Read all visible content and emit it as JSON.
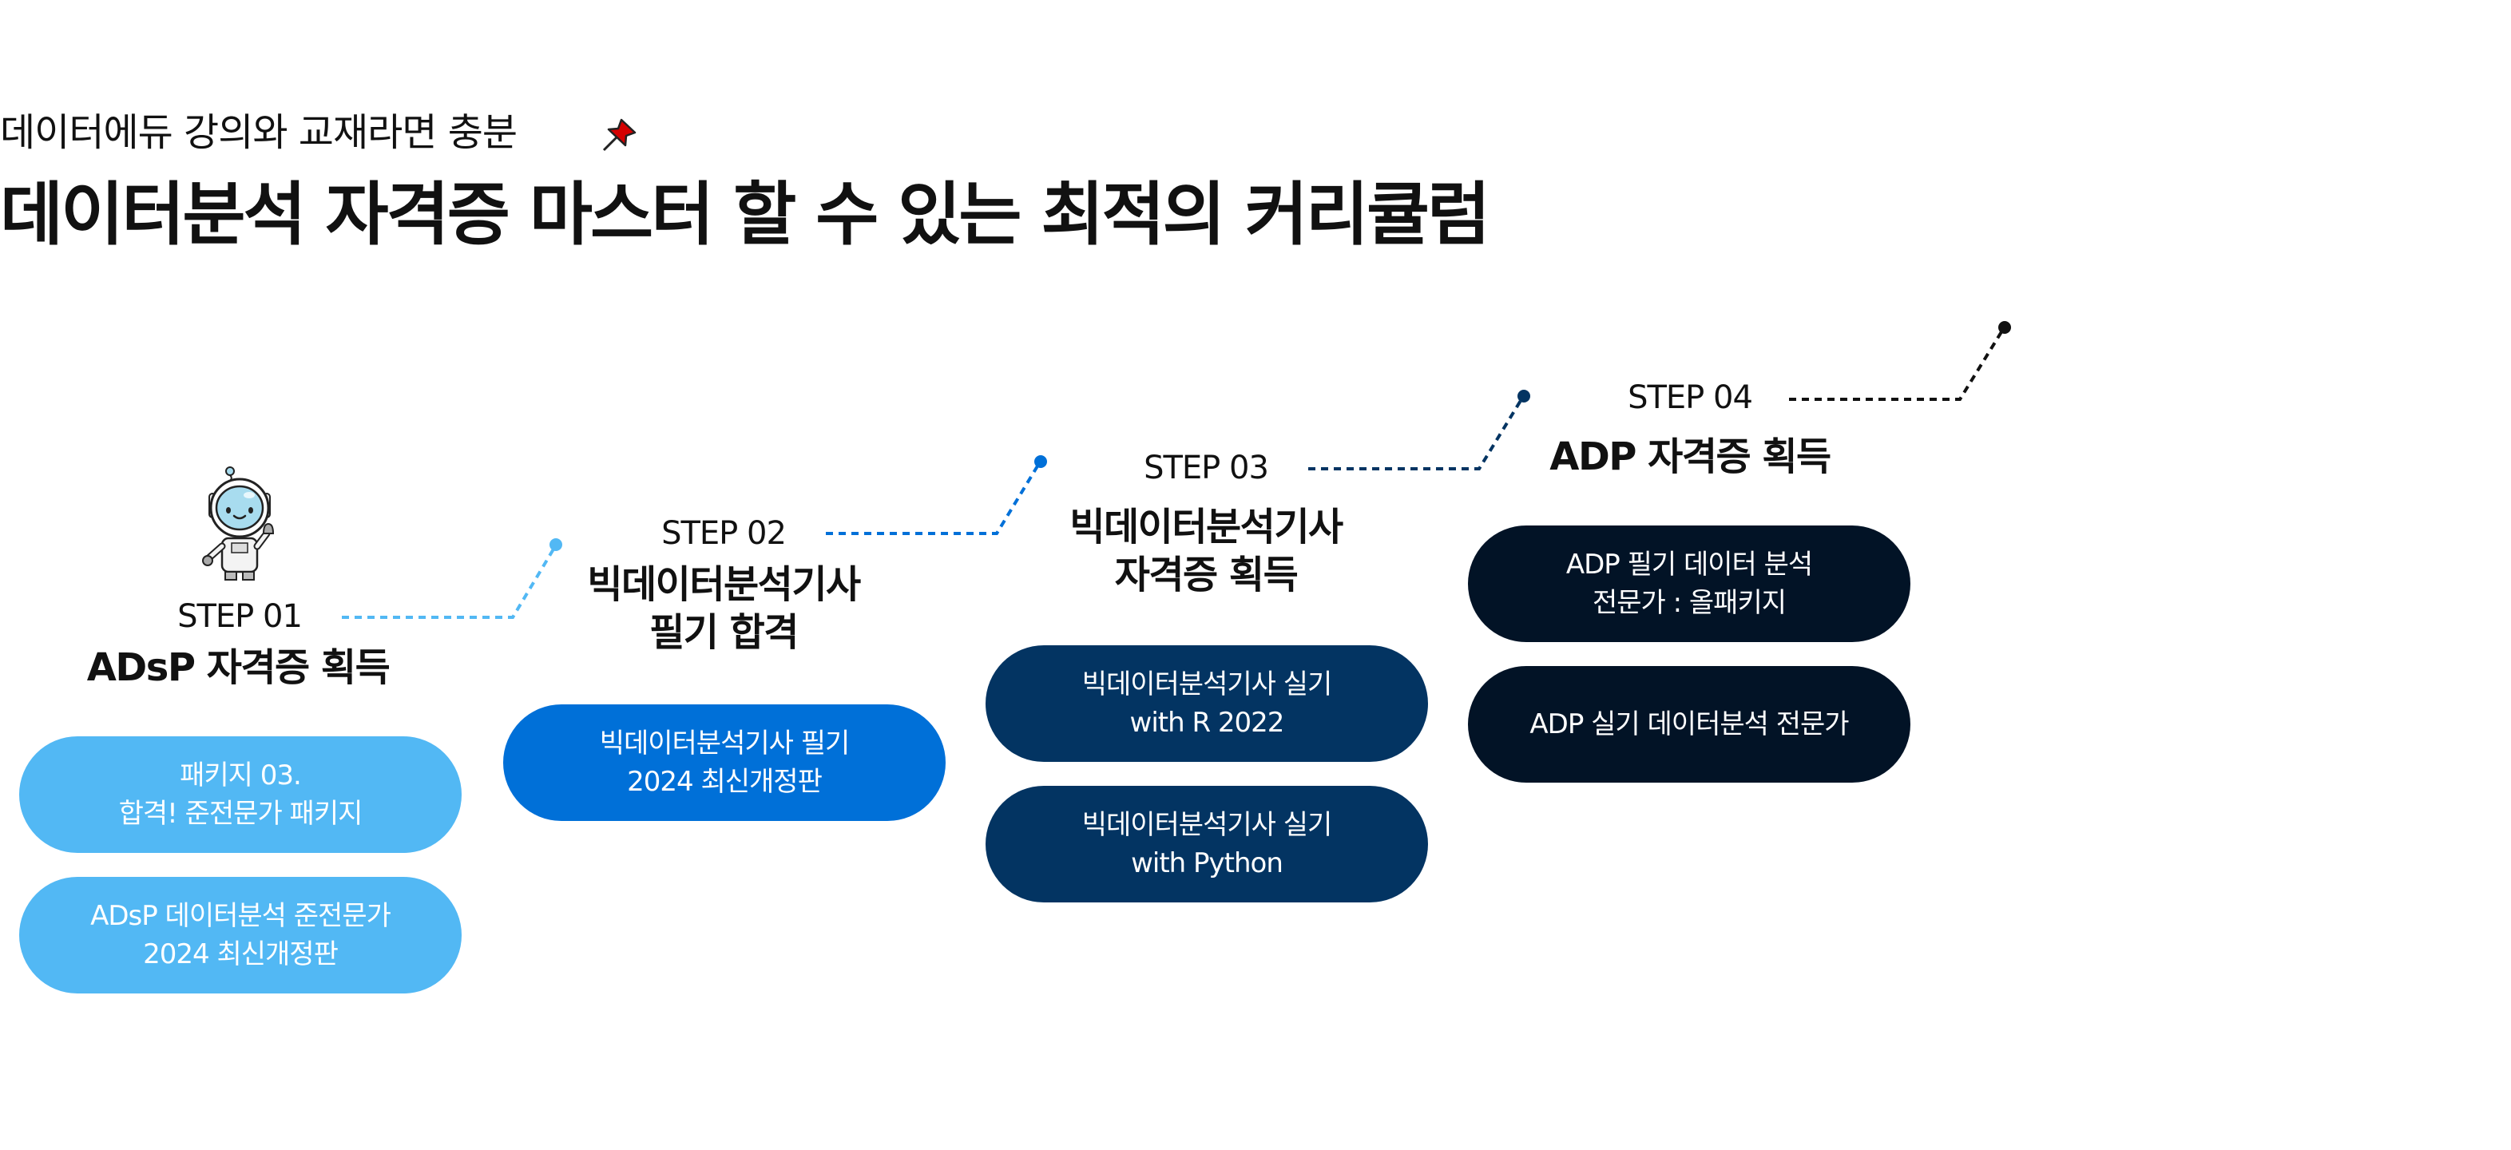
{
  "header": {
    "subtitle": "데이터에듀 강의와 교재라면 충분",
    "subtitle_icon": "pushpin-icon",
    "title": "데이터분석 자격증 마스터 할 수 있는 최적의 커리큘럼"
  },
  "colors": {
    "step1": "#52b8f4",
    "step2": "#0070d8",
    "step3": "#033462",
    "step4": "#021326",
    "pin": "#d40000"
  },
  "steps": [
    {
      "label": "STEP 01",
      "heading": [
        "ADsP 자격증 획득"
      ],
      "mascot": "astronaut-icon",
      "courses": [
        {
          "lines": [
            "패키지 03.",
            "합격! 준전문가 패키지"
          ]
        },
        {
          "lines": [
            "ADsP 데이터분석 준전문가",
            "2024 최신개정판"
          ]
        }
      ]
    },
    {
      "label": "STEP 02",
      "heading": [
        "빅데이터분석기사",
        "필기 합격"
      ],
      "courses": [
        {
          "lines": [
            "빅데이터분석기사 필기",
            "2024 최신개정판"
          ]
        }
      ]
    },
    {
      "label": "STEP 03",
      "heading": [
        "빅데이터분석기사",
        "자격증 획득"
      ],
      "courses": [
        {
          "lines": [
            "빅데이터분석기사 실기",
            "with R 2022"
          ]
        },
        {
          "lines": [
            "빅데이터분석기사 실기",
            "with Python"
          ]
        }
      ]
    },
    {
      "label": "STEP 04",
      "heading": [
        "ADP 자격증 획득"
      ],
      "courses": [
        {
          "lines": [
            "ADP 필기 데이터 분석",
            "전문가 : 올패키지"
          ]
        },
        {
          "lines": [
            "ADP 실기 데이터분석 전문가"
          ]
        }
      ]
    }
  ]
}
